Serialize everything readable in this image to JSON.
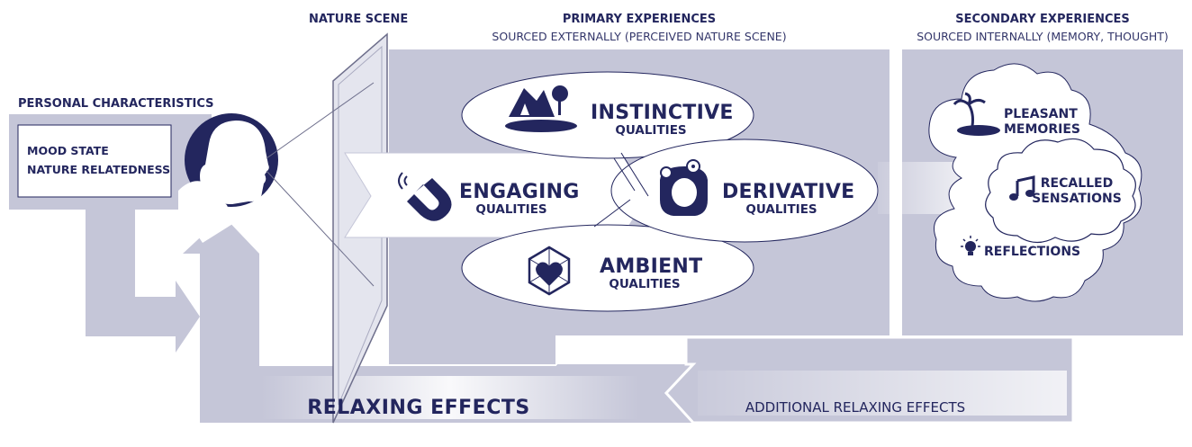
{
  "headers": {
    "nature_scene": "NATURE SCENE",
    "primary_title": "PRIMARY EXPERIENCES",
    "primary_sub": "SOURCED EXTERNALLY (PERCEIVED NATURE SCENE)",
    "secondary_title": "SECONDARY EXPERIENCES",
    "secondary_sub": "SOURCED INTERNALLY (MEMORY, THOUGHT)"
  },
  "personal": {
    "title": "PERSONAL CHARACTERISTICS",
    "items": [
      "MOOD STATE",
      "NATURE RELATEDNESS"
    ]
  },
  "qualities": {
    "instinctive": {
      "label": "INSTINCTIVE",
      "sub": "QUALITIES",
      "icon": "landscape-icon"
    },
    "engaging": {
      "label": "ENGAGING",
      "sub": "QUALITIES",
      "icon": "magnet-icon"
    },
    "derivative": {
      "label": "DERIVATIVE",
      "sub": "QUALITIES",
      "icon": "thinking-head-icon"
    },
    "ambient": {
      "label": "AMBIENT",
      "sub": "QUALITIES",
      "icon": "heart-cube-icon"
    }
  },
  "secondary": {
    "pleasant_memories": [
      "PLEASANT",
      "MEMORIES"
    ],
    "recalled_sensations": [
      "RECALLED",
      "SENSATIONS"
    ],
    "reflections": "REFLECTIONS"
  },
  "effects": {
    "relaxing": "RELAXING EFFECTS",
    "additional": "ADDITIONAL RELAXING EFFECTS"
  },
  "colors": {
    "panel": "#c5c6d8",
    "navy": "#23265e",
    "white": "#ffffff"
  }
}
